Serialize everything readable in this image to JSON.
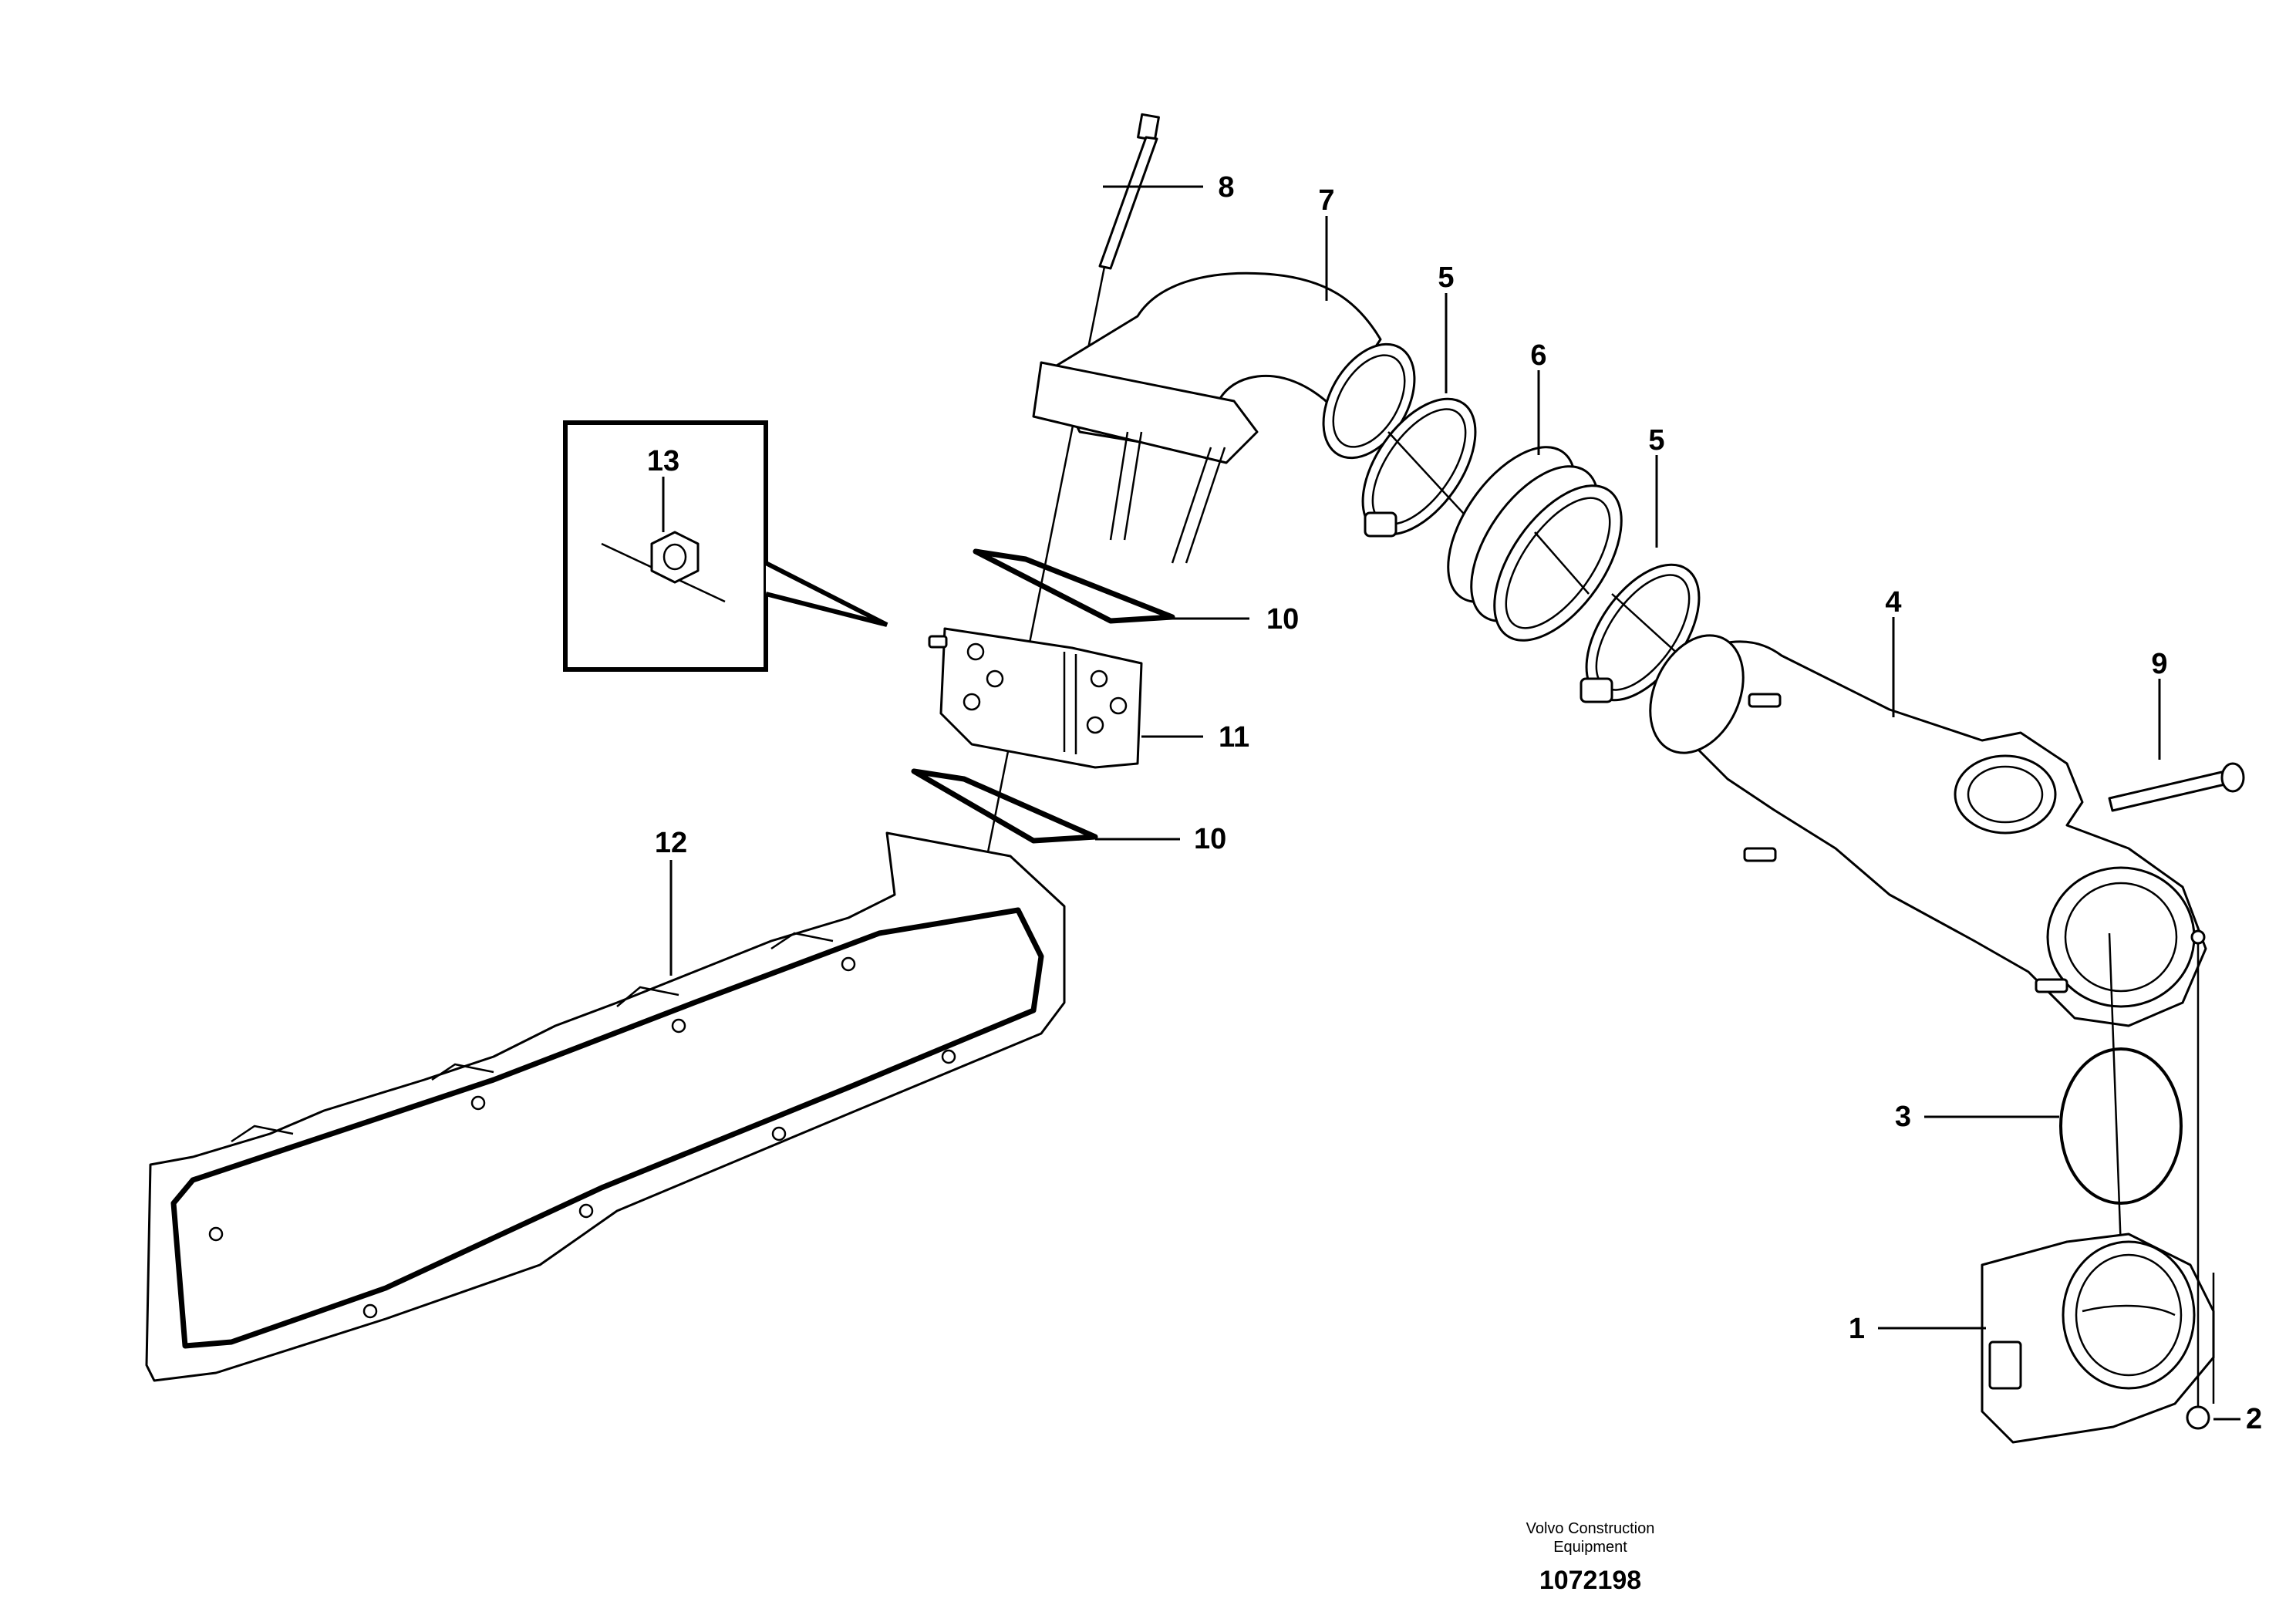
{
  "callouts": {
    "c1": "1",
    "c2": "2",
    "c3": "3",
    "c4": "4",
    "c5a": "5",
    "c5b": "5",
    "c6": "6",
    "c7": "7",
    "c8": "8",
    "c9": "9",
    "c10a": "10",
    "c10b": "10",
    "c11": "11",
    "c12": "12",
    "c13": "13"
  },
  "footer": {
    "brand_line1": "Volvo Construction",
    "brand_line2": "Equipment",
    "drawing_number": "1072198"
  }
}
